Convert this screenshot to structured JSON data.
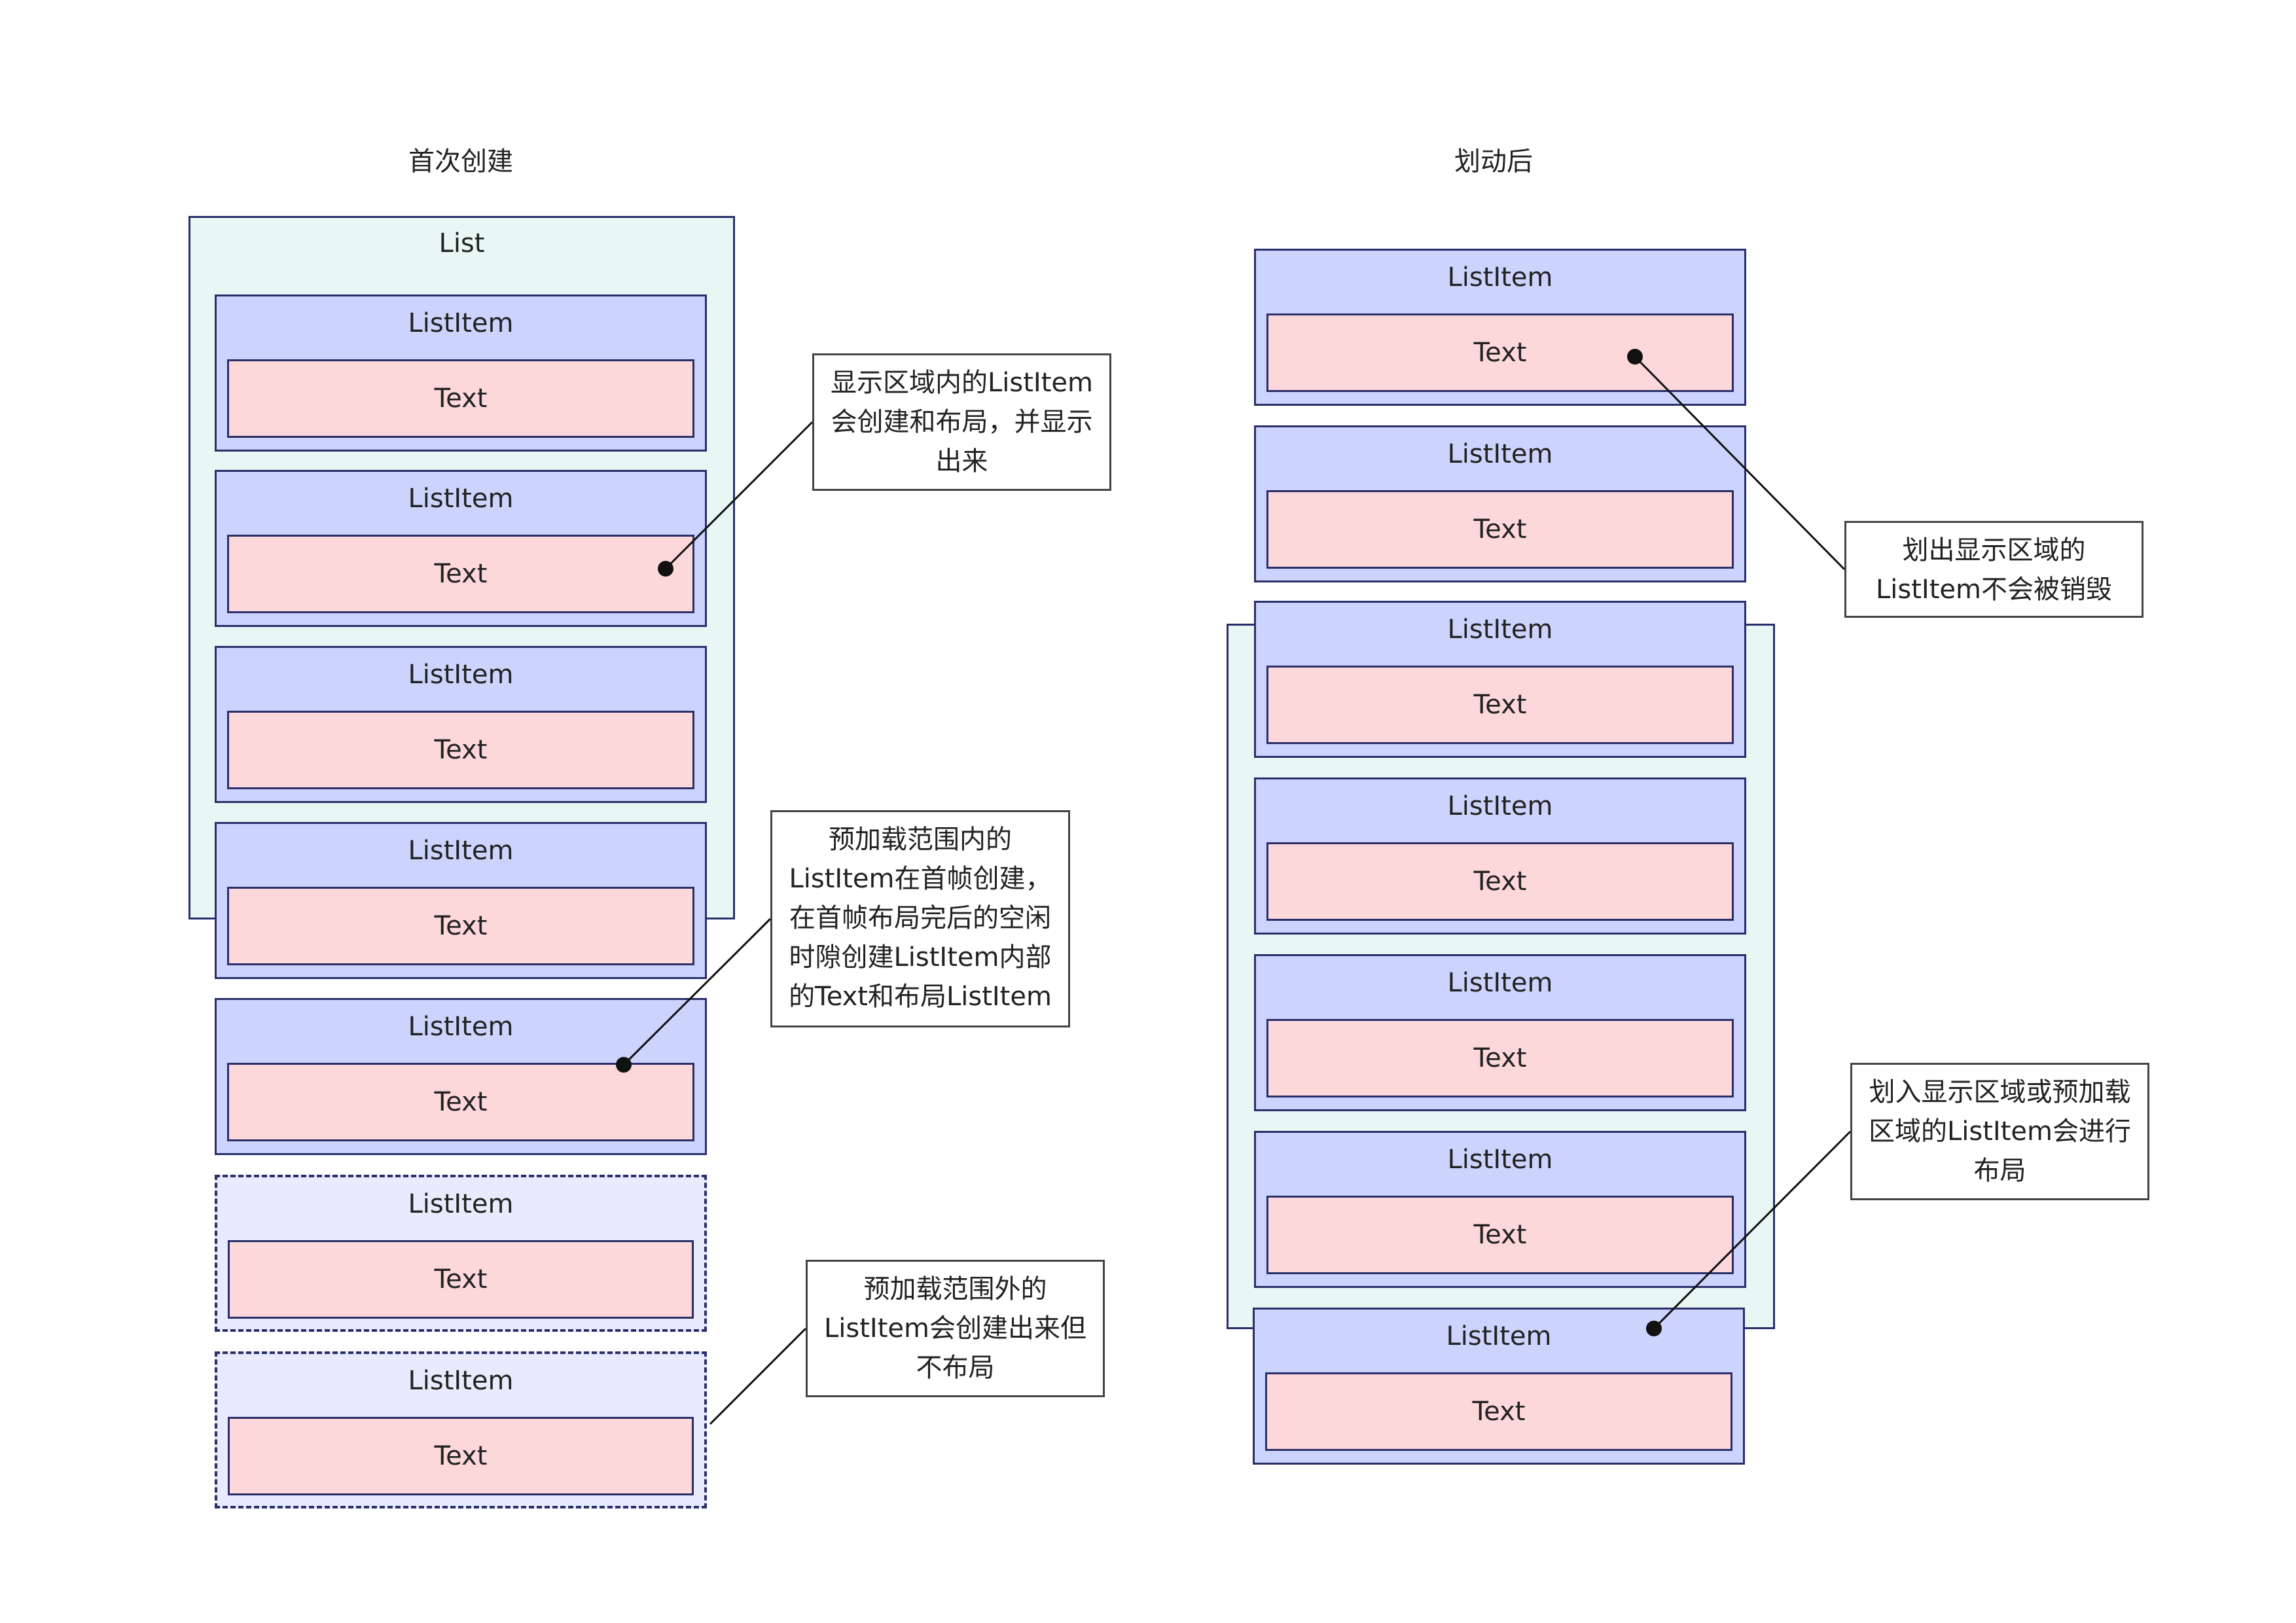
{
  "headings": {
    "left": "首次创建",
    "right": "划动后"
  },
  "list_label": "List",
  "item_label": "ListItem",
  "text_label": "Text",
  "notes": {
    "visible_area": "显示区域内的ListItem\n会创建和布局，并显示\n出来",
    "preload_inside": "预加载范围内的\nListItem在首帧创建，\n在首帧布局完后的空闲\n时隙创建ListItem内部\n的Text和布局ListItem",
    "preload_outside": "预加载范围外的\nListItem会创建出来但\n不布局",
    "scrolled_out": "划出显示区域的\nListItem不会被销毁",
    "scrolled_in": "划入显示区域或预加载\n区域的ListItem会进行\n布局"
  },
  "colors": {
    "list_bg": "#e8f7f4",
    "item_bg": "#ccd4fe",
    "item_unlaid_bg": "#e8ebfd",
    "text_bg": "#fdd8da",
    "border": "#2a2f6a"
  }
}
